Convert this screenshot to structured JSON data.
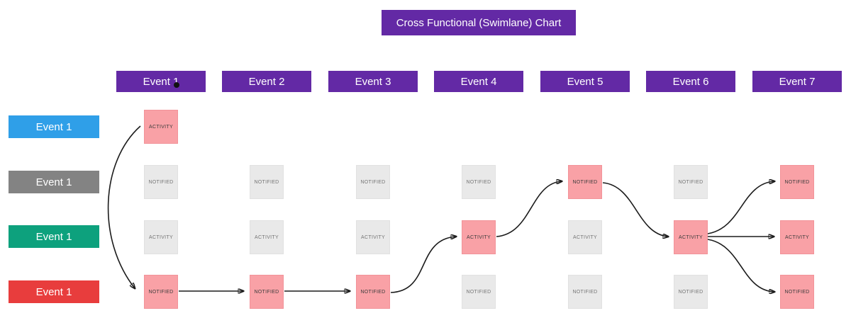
{
  "title": "Cross Functional (Swimlane) Chart",
  "colors": {
    "header_bg": "#6329a5",
    "title_bg": "#6329a5",
    "node_highlight_bg": "#f9a1a6",
    "node_default_bg": "#e9e9e9",
    "arrow": "#1c1c1c",
    "lane_blue": "#2f9fe8",
    "lane_gray": "#838383",
    "lane_green": "#0da17d",
    "lane_red": "#e83d3d"
  },
  "columns": [
    {
      "label": "Event 1"
    },
    {
      "label": "Event 2"
    },
    {
      "label": "Event 3"
    },
    {
      "label": "Event 4"
    },
    {
      "label": "Event 5"
    },
    {
      "label": "Event 6"
    },
    {
      "label": "Event 7"
    }
  ],
  "lanes": [
    {
      "label": "Event 1",
      "color": "#2f9fe8"
    },
    {
      "label": "Event 1",
      "color": "#838383"
    },
    {
      "label": "Event 1",
      "color": "#0da17d"
    },
    {
      "label": "Event 1",
      "color": "#e83d3d"
    }
  ],
  "nodes": [
    {
      "id": "c1-l1",
      "column": 1,
      "lane": 1,
      "label": "ACTIVITY",
      "highlighted": true
    },
    {
      "id": "c1-l2",
      "column": 1,
      "lane": 2,
      "label": "NOTIFIED",
      "highlighted": false
    },
    {
      "id": "c1-l3",
      "column": 1,
      "lane": 3,
      "label": "ACTIVITY",
      "highlighted": false
    },
    {
      "id": "c1-l4",
      "column": 1,
      "lane": 4,
      "label": "NOTIFIED",
      "highlighted": true
    },
    {
      "id": "c2-l2",
      "column": 2,
      "lane": 2,
      "label": "NOTIFIED",
      "highlighted": false
    },
    {
      "id": "c2-l3",
      "column": 2,
      "lane": 3,
      "label": "ACTIVITY",
      "highlighted": false
    },
    {
      "id": "c2-l4",
      "column": 2,
      "lane": 4,
      "label": "NOTIFIED",
      "highlighted": true
    },
    {
      "id": "c3-l2",
      "column": 3,
      "lane": 2,
      "label": "NOTIFIED",
      "highlighted": false
    },
    {
      "id": "c3-l3",
      "column": 3,
      "lane": 3,
      "label": "ACTIVITY",
      "highlighted": false
    },
    {
      "id": "c3-l4",
      "column": 3,
      "lane": 4,
      "label": "NOTIFIED",
      "highlighted": true
    },
    {
      "id": "c4-l2",
      "column": 4,
      "lane": 2,
      "label": "NOTIFIED",
      "highlighted": false
    },
    {
      "id": "c4-l3",
      "column": 4,
      "lane": 3,
      "label": "ACTIVITY",
      "highlighted": true
    },
    {
      "id": "c4-l4",
      "column": 4,
      "lane": 4,
      "label": "NOTIFIED",
      "highlighted": false
    },
    {
      "id": "c5-l2",
      "column": 5,
      "lane": 2,
      "label": "NOTIFIED",
      "highlighted": true
    },
    {
      "id": "c5-l3",
      "column": 5,
      "lane": 3,
      "label": "ACTIVITY",
      "highlighted": false
    },
    {
      "id": "c5-l4",
      "column": 5,
      "lane": 4,
      "label": "NOTIFIED",
      "highlighted": false
    },
    {
      "id": "c6-l2",
      "column": 6,
      "lane": 2,
      "label": "NOTIFIED",
      "highlighted": false
    },
    {
      "id": "c6-l3",
      "column": 6,
      "lane": 3,
      "label": "ACTIVITY",
      "highlighted": true
    },
    {
      "id": "c6-l4",
      "column": 6,
      "lane": 4,
      "label": "NOTIFIED",
      "highlighted": false
    },
    {
      "id": "c7-l2",
      "column": 7,
      "lane": 2,
      "label": "NOTIFIED",
      "highlighted": true
    },
    {
      "id": "c7-l3",
      "column": 7,
      "lane": 3,
      "label": "ACTIVITY",
      "highlighted": true
    },
    {
      "id": "c7-l4",
      "column": 7,
      "lane": 4,
      "label": "NOTIFIED",
      "highlighted": true
    }
  ],
  "connections": [
    {
      "from": "c1-l1",
      "to": "c1-l4"
    },
    {
      "from": "c1-l4",
      "to": "c2-l4"
    },
    {
      "from": "c2-l4",
      "to": "c3-l4"
    },
    {
      "from": "c3-l4",
      "to": "c4-l3"
    },
    {
      "from": "c4-l3",
      "to": "c5-l2"
    },
    {
      "from": "c5-l2",
      "to": "c6-l3"
    },
    {
      "from": "c6-l3",
      "to": "c7-l2"
    },
    {
      "from": "c6-l3",
      "to": "c7-l3"
    },
    {
      "from": "c6-l3",
      "to": "c7-l4"
    }
  ]
}
